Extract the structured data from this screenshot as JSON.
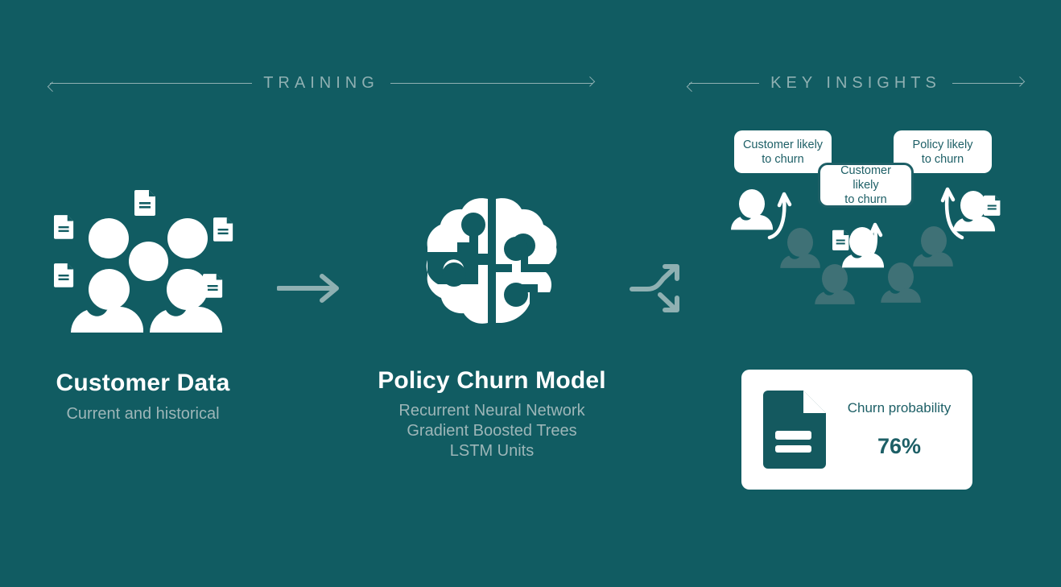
{
  "canvas": {
    "background_color": "#115c62",
    "accent_color": "#8fb0b2",
    "highlight_color": "#ffffff",
    "dim_color": "#3f7176",
    "card_text_color": "#1d5f66"
  },
  "sections": {
    "training": {
      "label": "TRAINING"
    },
    "key_insights": {
      "label": "KEY INSIGHTS"
    }
  },
  "stages": {
    "customer_data": {
      "title": "Customer Data",
      "subtitle": "Current and historical",
      "icon": "people-documents-cluster-icon"
    },
    "model": {
      "title": "Policy Churn Model",
      "subtitle_lines": [
        "Recurrent Neural Network",
        "Gradient Boosted Trees",
        "LSTM Units"
      ],
      "subtitle_line_1": "Recurrent Neural Network",
      "subtitle_line_2": "Gradient Boosted Trees",
      "subtitle_line_3": "LSTM Units",
      "icon": "ai-brain-icon"
    }
  },
  "connectors": {
    "arrow_1": "right-arrow-icon",
    "arrow_2": "split-arrow-icon"
  },
  "insights": {
    "callouts": [
      {
        "id": "callout-left",
        "text_line_1": "Customer likely",
        "text_line_2": "to churn",
        "style": "plain"
      },
      {
        "id": "callout-center",
        "text_line_1": "Customer likely",
        "text_line_2": "to churn",
        "style": "outlined"
      },
      {
        "id": "callout-right",
        "text_line_1": "Policy likely",
        "text_line_2": "to churn",
        "style": "plain"
      }
    ]
  },
  "result_card": {
    "icon": "document-icon",
    "label": "Churn probability",
    "value": "76%"
  }
}
